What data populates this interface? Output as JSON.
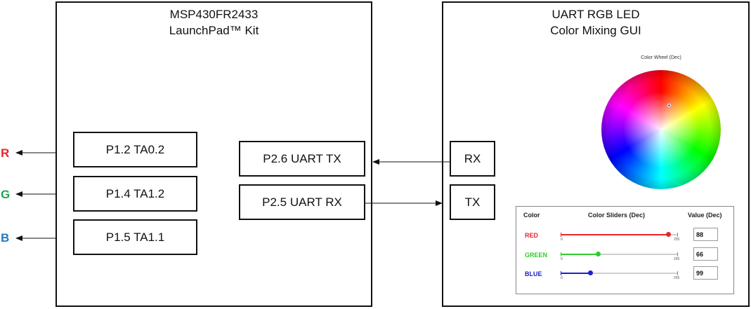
{
  "launchpad": {
    "title_line1": "MSP430FR2433",
    "title_line2": "LaunchPad™ Kit"
  },
  "gui": {
    "title_line1": "UART RGB LED",
    "title_line2": "Color Mixing GUI"
  },
  "outputs": [
    {
      "letter": "R",
      "color": "#e8262b",
      "pin": "P1.2 TA0.2"
    },
    {
      "letter": "G",
      "color": "#1fa84a",
      "pin": "P1.4 TA1.2"
    },
    {
      "letter": "B",
      "color": "#1e7bc4",
      "pin": "P1.5 TA1.1"
    }
  ],
  "uart": {
    "tx_pin": "P2.6 UART TX",
    "rx_pin": "P2.5 UART RX",
    "gui_rx": "RX",
    "gui_tx": "TX"
  },
  "color_wheel": {
    "title": "Color Wheel (Dec)"
  },
  "sliders_panel": {
    "col_color": "Color",
    "col_sliders": "Color Sliders (Dec)",
    "col_value": "Value (Dec)",
    "min_label": "0",
    "max_label": "255",
    "rows": [
      {
        "label": "RED",
        "color": "#e8262b",
        "value": "88"
      },
      {
        "label": "GREEN",
        "color": "#2ecc2e",
        "value": "66"
      },
      {
        "label": "BLUE",
        "color": "#1a22c8",
        "value": "99"
      }
    ],
    "slider_fractions": [
      0.92,
      0.32,
      0.25
    ]
  }
}
